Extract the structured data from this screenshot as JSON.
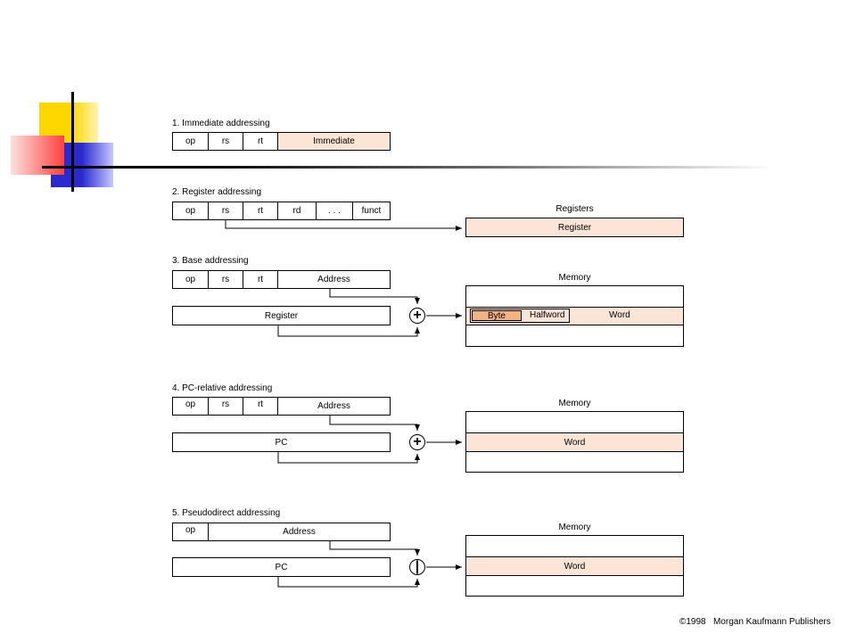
{
  "colors": {
    "field_fill": "#fce4d6",
    "byte_fill": "#f4b183",
    "deco_yellow": "#ffd700",
    "deco_blue": "#2a2ad0",
    "deco_red": "#ff4040"
  },
  "diagrams": [
    {
      "title": "1. Immediate addressing",
      "fields": [
        "op",
        "rs",
        "rt",
        "Immediate"
      ]
    },
    {
      "title": "2. Register addressing",
      "fields": [
        "op",
        "rs",
        "rt",
        "rd",
        ". . .",
        "funct"
      ],
      "target_title": "Registers",
      "target_label": "Register"
    },
    {
      "title": "3. Base addressing",
      "fields": [
        "op",
        "rs",
        "rt",
        "Address"
      ],
      "base_label": "Register",
      "operator": "+",
      "target_title": "Memory",
      "memory_cells": [
        "Byte",
        "Halfword",
        "Word"
      ]
    },
    {
      "title": "4. PC-relative addressing",
      "fields": [
        "op",
        "rs",
        "rt",
        "Address"
      ],
      "base_label": "PC",
      "operator": "+",
      "target_title": "Memory",
      "memory_word": "Word"
    },
    {
      "title": "5. Pseudodirect addressing",
      "fields": [
        "op",
        "Address"
      ],
      "base_label": "PC",
      "operator": "|",
      "target_title": "Memory",
      "memory_word": "Word"
    }
  ],
  "footer": {
    "copyright_symbol": "©",
    "year_text": "1998",
    "publisher": "Morgan Kaufmann Publishers"
  }
}
